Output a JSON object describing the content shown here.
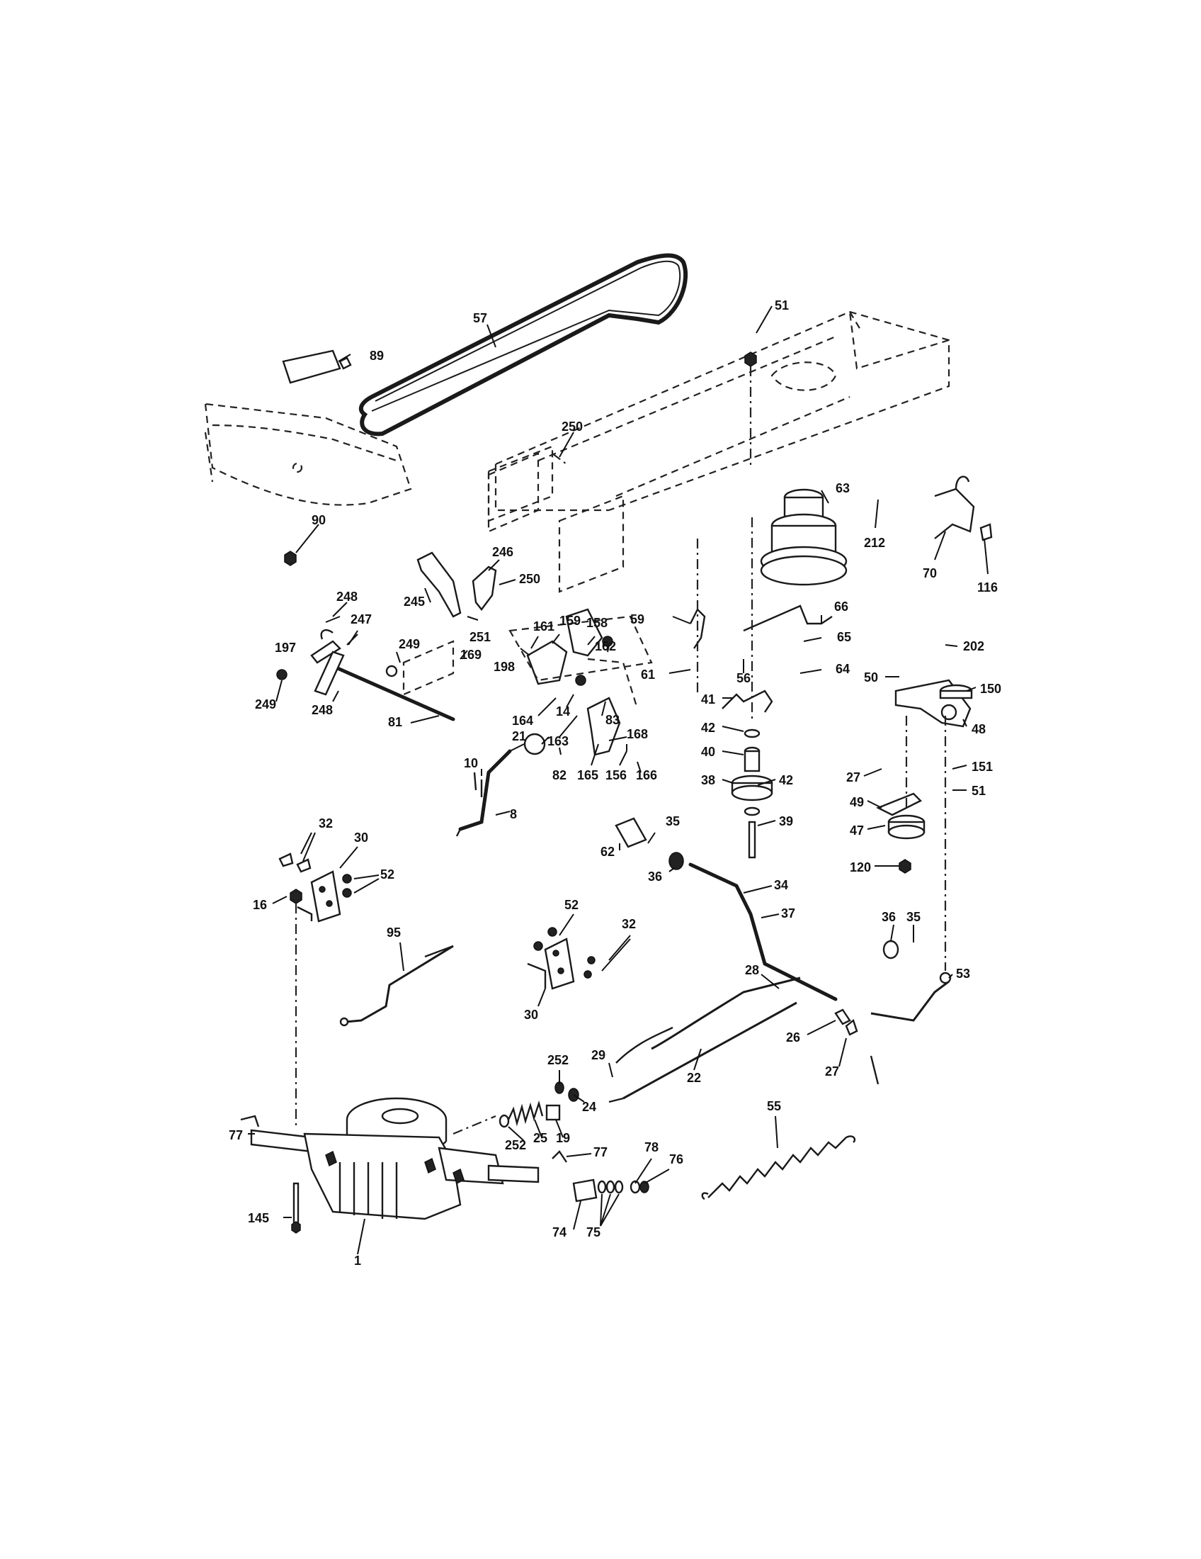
{
  "diagram": {
    "labels": [
      {
        "text": "57"
      },
      {
        "text": "51"
      },
      {
        "text": "89"
      },
      {
        "text": "250"
      },
      {
        "text": "63"
      },
      {
        "text": "212"
      },
      {
        "text": "70"
      },
      {
        "text": "116"
      },
      {
        "text": "90"
      },
      {
        "text": "246"
      },
      {
        "text": "250"
      },
      {
        "text": "245"
      },
      {
        "text": "248"
      },
      {
        "text": "247"
      },
      {
        "text": "197"
      },
      {
        "text": "249"
      },
      {
        "text": "249"
      },
      {
        "text": "248"
      },
      {
        "text": "81"
      },
      {
        "text": "251"
      },
      {
        "text": "169"
      },
      {
        "text": "161"
      },
      {
        "text": "159"
      },
      {
        "text": "158"
      },
      {
        "text": "162"
      },
      {
        "text": "198"
      },
      {
        "text": "59"
      },
      {
        "text": "66"
      },
      {
        "text": "65"
      },
      {
        "text": "64"
      },
      {
        "text": "61"
      },
      {
        "text": "56"
      },
      {
        "text": "202"
      },
      {
        "text": "150"
      },
      {
        "text": "50"
      },
      {
        "text": "48"
      },
      {
        "text": "164"
      },
      {
        "text": "14"
      },
      {
        "text": "83"
      },
      {
        "text": "163"
      },
      {
        "text": "168"
      },
      {
        "text": "21"
      },
      {
        "text": "10"
      },
      {
        "text": "82"
      },
      {
        "text": "165"
      },
      {
        "text": "156"
      },
      {
        "text": "166"
      },
      {
        "text": "8"
      },
      {
        "text": "41"
      },
      {
        "text": "42"
      },
      {
        "text": "40"
      },
      {
        "text": "38"
      },
      {
        "text": "42"
      },
      {
        "text": "39"
      },
      {
        "text": "27"
      },
      {
        "text": "151"
      },
      {
        "text": "51"
      },
      {
        "text": "49"
      },
      {
        "text": "47"
      },
      {
        "text": "120"
      },
      {
        "text": "32"
      },
      {
        "text": "30"
      },
      {
        "text": "52"
      },
      {
        "text": "16"
      },
      {
        "text": "35"
      },
      {
        "text": "62"
      },
      {
        "text": "36"
      },
      {
        "text": "34"
      },
      {
        "text": "37"
      },
      {
        "text": "95"
      },
      {
        "text": "52"
      },
      {
        "text": "32"
      },
      {
        "text": "30"
      },
      {
        "text": "36"
      },
      {
        "text": "35"
      },
      {
        "text": "28"
      },
      {
        "text": "53"
      },
      {
        "text": "26"
      },
      {
        "text": "27"
      },
      {
        "text": "29"
      },
      {
        "text": "22"
      },
      {
        "text": "252"
      },
      {
        "text": "24"
      },
      {
        "text": "55"
      },
      {
        "text": "77"
      },
      {
        "text": "252"
      },
      {
        "text": "25"
      },
      {
        "text": "19"
      },
      {
        "text": "77"
      },
      {
        "text": "78"
      },
      {
        "text": "76"
      },
      {
        "text": "145"
      },
      {
        "text": "74"
      },
      {
        "text": "75"
      },
      {
        "text": "1"
      }
    ]
  }
}
